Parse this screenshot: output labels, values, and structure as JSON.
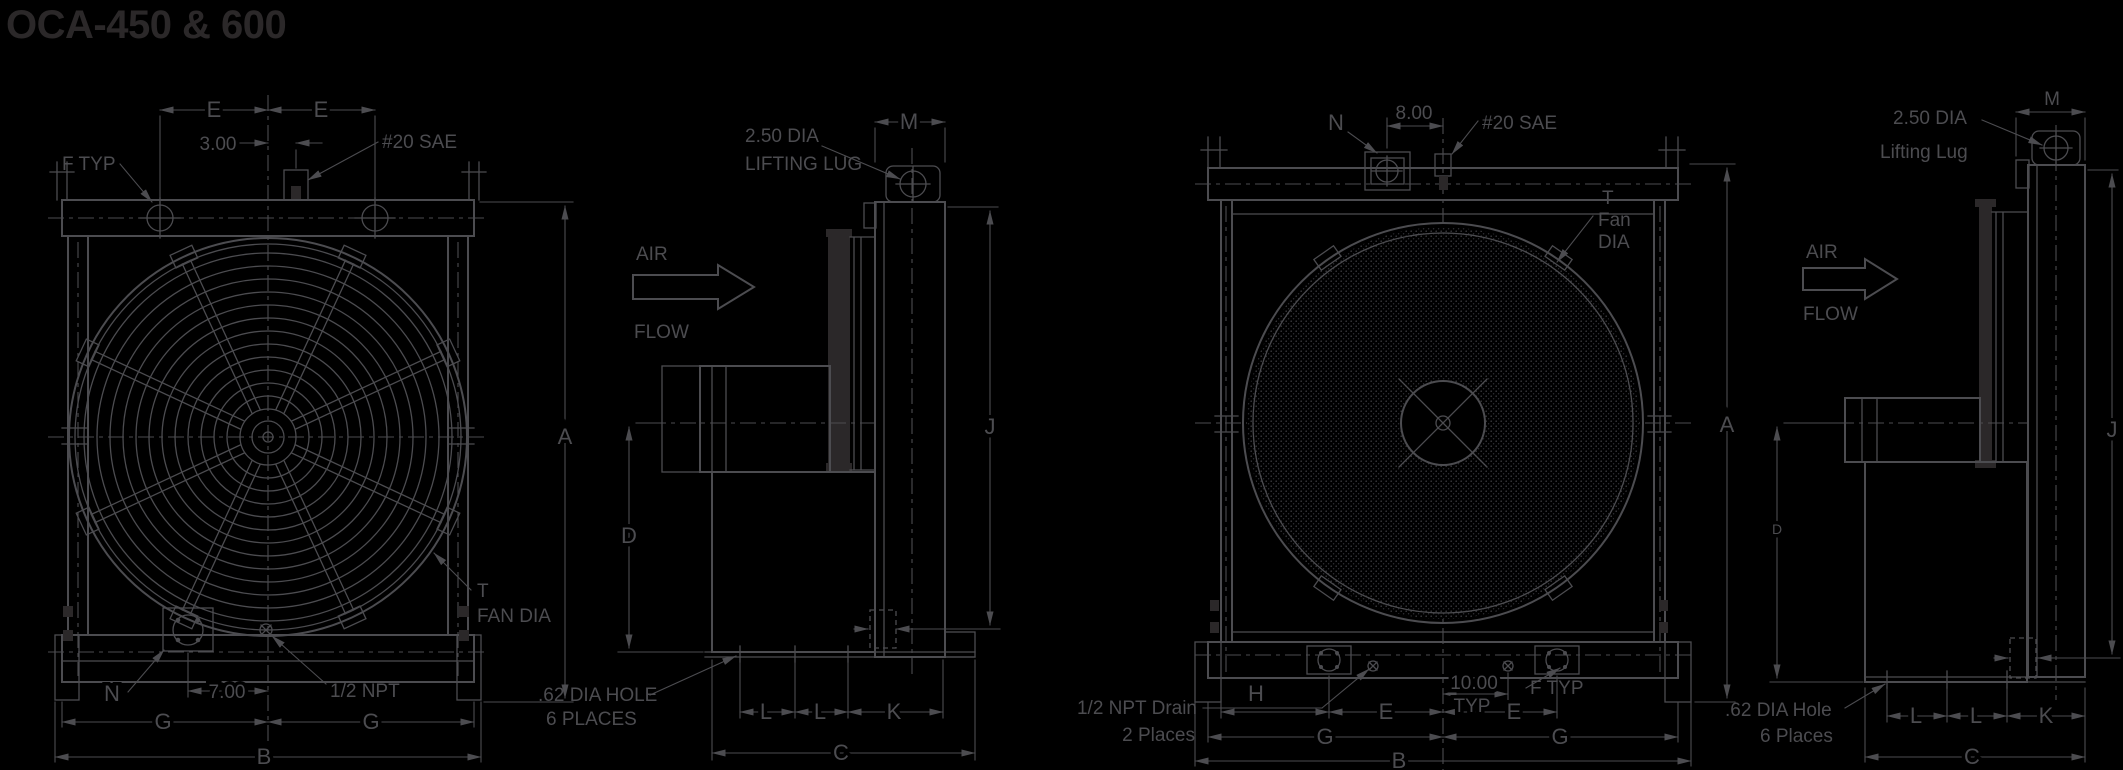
{
  "title": "OCA-450 & 600",
  "colors": {
    "background": "#000000",
    "line": "#4c4c50",
    "dark": "#2b2829"
  },
  "front450": {
    "e_left": "E",
    "e_right": "E",
    "dim_300": "3.00",
    "sae": "#20 SAE",
    "f_typ": "F TYP",
    "a": "A",
    "fan_t": "T",
    "fan_dia": "FAN DIA",
    "n": "N",
    "dim_700": "7.00",
    "npt": "1/2 NPT",
    "g_left": "G",
    "g_right": "G",
    "b": "B"
  },
  "side450": {
    "lug_line1": "2.50 DIA",
    "lug_line2": "LIFTING LUG",
    "m": "M",
    "air": "AIR",
    "flow": "FLOW",
    "d": "D",
    "j": "J",
    "hole_line1": ".62 DIA HOLE",
    "hole_line2": "6 PLACES",
    "l1": "L",
    "l2": "L",
    "k": "K",
    "c": "C"
  },
  "front600": {
    "n": "N",
    "dim_800": "8.00",
    "sae": "#20 SAE",
    "fan_t": "T",
    "fan_f": "Fan",
    "fan_d": "DIA",
    "a": "A",
    "h": "H",
    "drain_line1": "1/2 NPT Drain",
    "drain_line2": "2 Places",
    "dim_1000": "10.00",
    "typ": "TYP",
    "e_left": "E",
    "e_right": "E",
    "g_left": "G",
    "g_right": "G",
    "b": "B",
    "f_typ": "F TYP"
  },
  "side600": {
    "lug_line1": "2.50 DIA",
    "lug_line2": "Lifting Lug",
    "m": "M",
    "air": "AIR",
    "flow": "FLOW",
    "d": "D",
    "j": "J",
    "hole_line1": ".62 DIA Hole",
    "hole_line2": "6 Places",
    "l1": "L",
    "l2": "L",
    "k": "K",
    "c": "C"
  }
}
